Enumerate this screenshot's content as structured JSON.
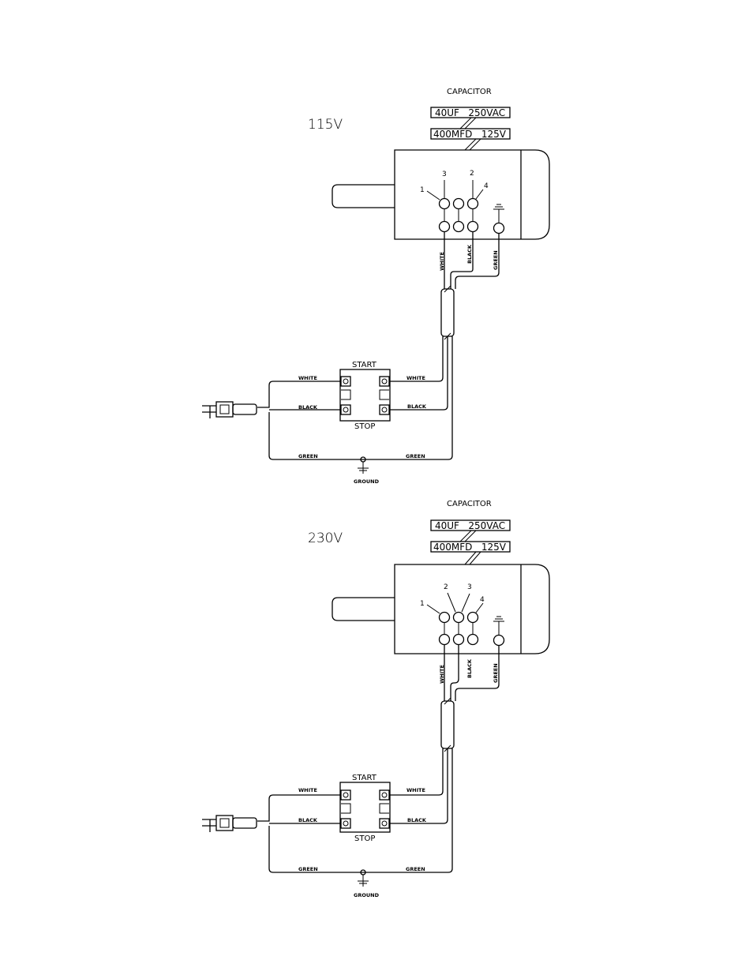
{
  "diagrams": [
    {
      "voltage": "115V",
      "capacitor_label": "CAPACITOR",
      "capacitor_values": [
        "40UF   250VAC",
        "400MFD   125V"
      ],
      "terminal_numbers": [
        "1",
        "3",
        "2",
        "4"
      ],
      "motor_wires": [
        "WHITE",
        "BLACK",
        "GREEN"
      ],
      "switch": {
        "top": "START",
        "bottom": "STOP",
        "left_labels": [
          "WHITE",
          "BLACK"
        ],
        "right_labels": [
          "WHITE",
          "BLACK"
        ]
      },
      "ground_wires": [
        "GREEN",
        "GREEN"
      ],
      "ground_label": "GROUND"
    },
    {
      "voltage": "230V",
      "capacitor_label": "CAPACITOR",
      "capacitor_values": [
        "40UF   250VAC",
        "400MFD   125V"
      ],
      "terminal_numbers": [
        "1",
        "2",
        "3",
        "4"
      ],
      "motor_wires": [
        "WHITE",
        "BLACK",
        "GREEN"
      ],
      "switch": {
        "top": "START",
        "bottom": "STOP",
        "left_labels": [
          "WHITE",
          "BLACK"
        ],
        "right_labels": [
          "WHITE",
          "BLACK"
        ]
      },
      "ground_wires": [
        "GREEN",
        "GREEN"
      ],
      "ground_label": "GROUND"
    }
  ]
}
